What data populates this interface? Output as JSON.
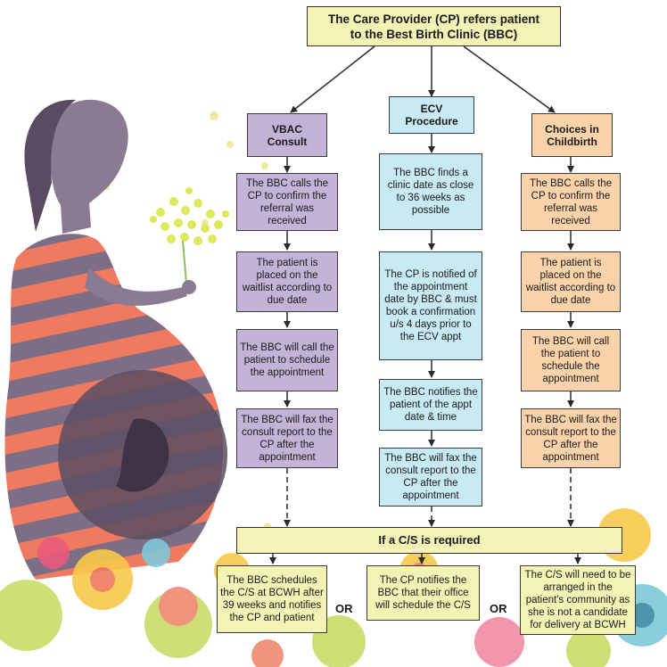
{
  "top_box": {
    "line1": "The Care Provider (CP) refers patient",
    "line2": "to the Best Birth Clinic (BBC)"
  },
  "columns": [
    {
      "header": [
        "VBAC",
        "Consult"
      ],
      "steps": [
        "The BBC calls the CP to confirm the referral was received",
        "The patient is placed on the waitlist according to due date",
        "The BBC will call the patient to schedule the appointment",
        "The BBC will fax the consult report to the CP after the appointment"
      ]
    },
    {
      "header": [
        "ECV",
        "Procedure"
      ],
      "steps": [
        "The BBC finds a clinic date as close to 36 weeks as possible",
        "The CP is notified of the appointment date by BBC & must book a confirmation u/s 4 days prior to the ECV appt",
        "The BBC notifies the patient of the appt date & time",
        "The BBC will fax the consult report to the CP after the appointment"
      ]
    },
    {
      "header": [
        "Choices in",
        "Childbirth"
      ],
      "steps": [
        "The BBC calls the CP to confirm the referral was received",
        "The patient is placed on the waitlist according to due date",
        "The BBC will call the patient to schedule the appointment",
        "The BBC will fax the consult report to the CP after the appointment"
      ]
    }
  ],
  "cs_banner": "If a C/S is required",
  "outcomes": [
    "The BBC schedules the C/S at BCWH after 39 weeks and notifies the CP and patient",
    "The CP notifies the BBC that their office will schedule the C/S",
    "The C/S will need to be arranged in the patient's community as she is not a candidate for delivery at BCWH"
  ],
  "or_labels": [
    "OR",
    "OR"
  ],
  "colors": {
    "purple": "#c2b3d7",
    "blue": "#c8eaf4",
    "orange": "#fbd3aa",
    "yellow": "#f4f3b6"
  }
}
